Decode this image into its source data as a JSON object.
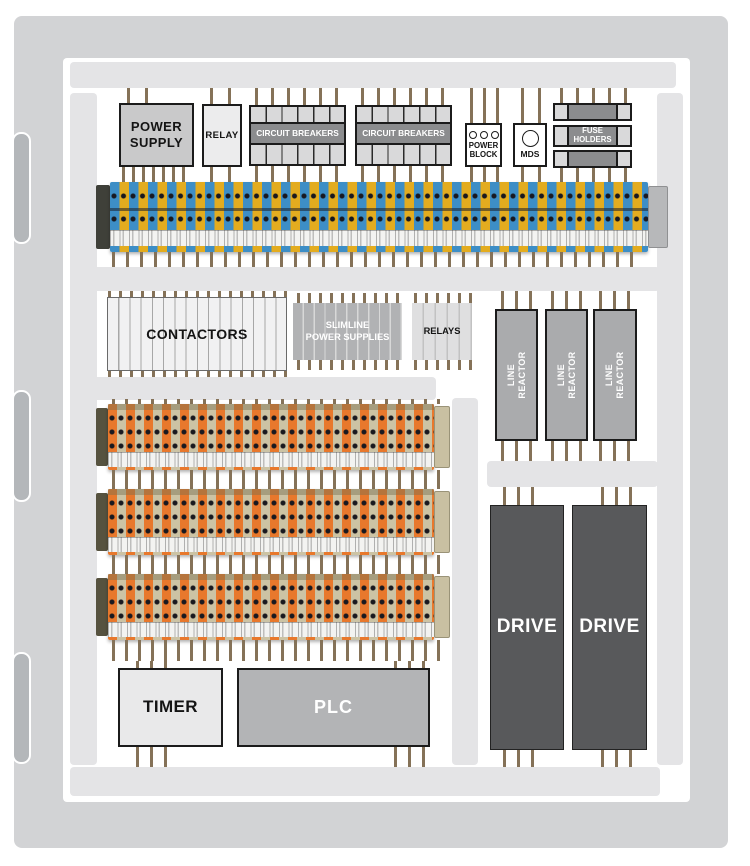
{
  "diagram_type": "electrical-control-panel-layout",
  "components": {
    "power_supply": "POWER\nSUPPLY",
    "relay": "RELAY",
    "circuit_breakers_left": "CIRCUIT BREAKERS",
    "circuit_breakers_right": "CIRCUIT BREAKERS",
    "power_block": "POWER\nBLOCK",
    "mds": "MDS",
    "fuse_holders": "FUSE\nHOLDERS",
    "contactors": "CONTACTORS",
    "slimline_power_supplies": "SLIMLINE\nPOWER SUPPLIES",
    "relays": "RELAYS",
    "line_reactor_1": "LINE\nREACTOR",
    "line_reactor_2": "LINE\nREACTOR",
    "line_reactor_3": "LINE\nREACTOR",
    "drive_left": "DRIVE",
    "drive_right": "DRIVE",
    "timer": "TIMER",
    "plc": "PLC"
  },
  "colors": {
    "wire": "#857258",
    "enclosure_gray": "#d2d3d5",
    "duct_gray": "#e4e4e6",
    "terminal_blue": "#3d8ec6",
    "terminal_yellow": "#e3ac1f",
    "terminal_orange": "#e8782c",
    "terminal_beige": "#ccc3a4",
    "drive_dark": "#58595b"
  }
}
